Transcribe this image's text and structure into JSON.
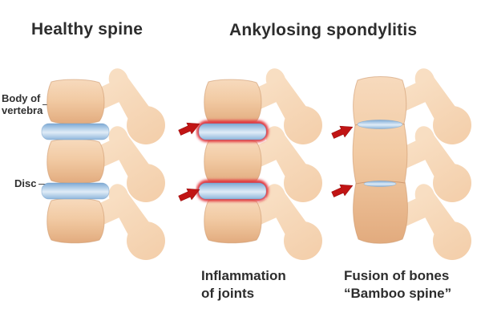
{
  "figure": {
    "titles": {
      "healthy": "Healthy spine",
      "ankylosing": "Ankylosing spondylitis"
    },
    "labels": {
      "body_line1": "Body of",
      "body_line2": "vertebra",
      "disc": "Disc"
    },
    "captions": {
      "inflammation_line1": "Inflammation",
      "inflammation_line2": "of joints",
      "fusion_line1": "Fusion of bones",
      "fusion_line2": "“Bamboo spine”"
    },
    "icons": {
      "arrow": "red-arrow-up-right"
    },
    "colors": {
      "background": "#ffffff",
      "bone": "#f0c69e",
      "bone_shadow": "#d9a578",
      "disc_blue": "#b3cfe9",
      "disc_edge": "#7ea9d4",
      "inflammation_red": "#e23940",
      "arrow_red": "#c11414",
      "text": "#2f2f2f"
    }
  }
}
